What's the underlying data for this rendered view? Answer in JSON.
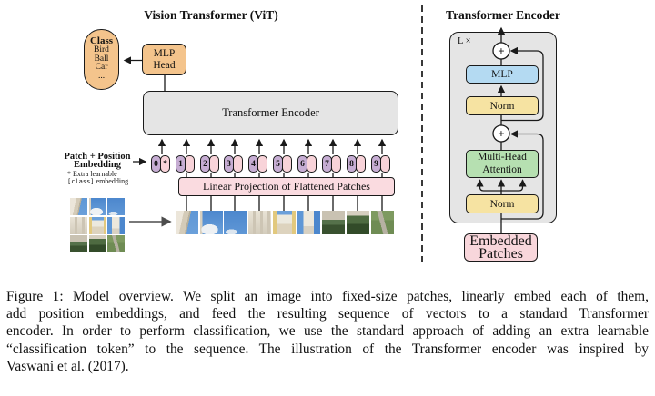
{
  "colors": {
    "orange": "#F4C48C",
    "box_gray": "#E5E5E5",
    "token_purple": "#C6ADD3",
    "token_pink": "#F8D3D9",
    "projection_pink": "#FADBE0",
    "mlp_blue": "#B4DAF2",
    "norm_yellow": "#F6E3A2",
    "attention_green": "#B6E0B1",
    "embedded_pink": "#F8D6DB"
  },
  "left_panel": {
    "title": "Vision Transformer (ViT)",
    "class_box": {
      "heading": "Class",
      "items": [
        "Bird",
        "Ball",
        "Car",
        "..."
      ]
    },
    "mlp_head": {
      "line1": "MLP",
      "line2": "Head"
    },
    "encoder_label": "Transformer Encoder",
    "patch_position_label": {
      "line1": "Patch + Position",
      "line2": "Embedding"
    },
    "note": {
      "line1": "* Extra learnable",
      "code": "[class]",
      "rest": " embedding"
    },
    "linear_projection_label": "Linear Projection of Flattened Patches",
    "tokens": [
      {
        "num": "0",
        "mark": "*"
      },
      {
        "num": "1",
        "mark": ""
      },
      {
        "num": "2",
        "mark": ""
      },
      {
        "num": "3",
        "mark": ""
      },
      {
        "num": "4",
        "mark": ""
      },
      {
        "num": "5",
        "mark": ""
      },
      {
        "num": "6",
        "mark": ""
      },
      {
        "num": "7",
        "mark": ""
      },
      {
        "num": "8",
        "mark": ""
      },
      {
        "num": "9",
        "mark": ""
      }
    ]
  },
  "right_panel": {
    "title": "Transformer Encoder",
    "repeat_label": "L ×",
    "plus_symbol": "+",
    "mlp_label": "MLP",
    "norm_label_top": "Norm",
    "mha_label": {
      "line1": "Multi-Head",
      "line2": "Attention"
    },
    "norm_label_bottom": "Norm",
    "embedded_patches": {
      "line1": "Embedded",
      "line2": "Patches"
    }
  },
  "caption": {
    "lines": [
      "Figure 1: Model overview. We split an image into fixed-size patches, linearly embed each of them,",
      "add position embeddings, and feed the resulting sequence of vectors to a standard Transformer",
      "encoder. In order to perform classification, we use the standard approach of adding an extra learnable",
      "“classification token” to the sequence. The illustration of the Transformer encoder was inspired by",
      "Vaswani et al. (2017)."
    ]
  }
}
